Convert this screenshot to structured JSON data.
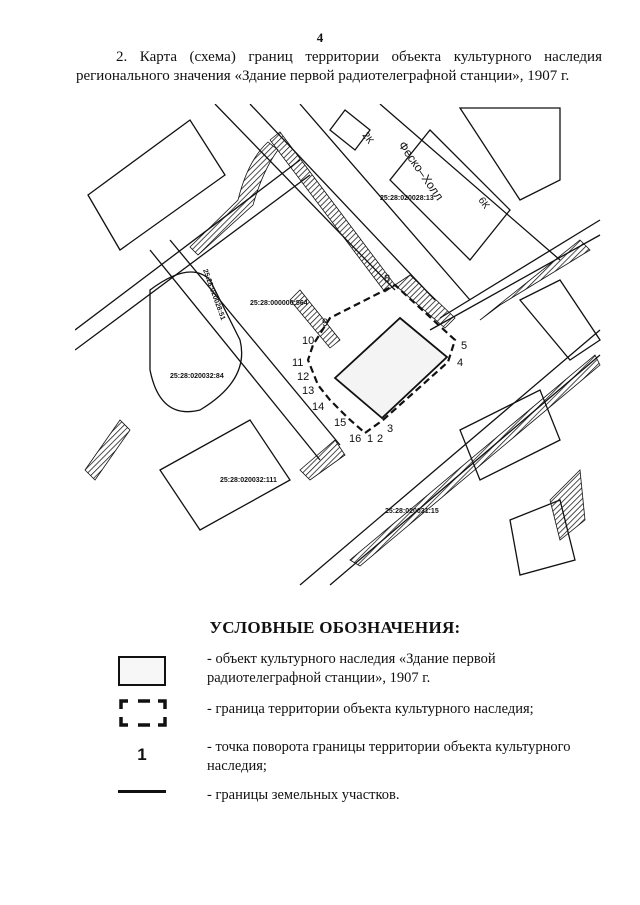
{
  "page_number": "4",
  "heading": {
    "line1": "2. Карта (схема) границ территории объекта культурного наследия",
    "line2": "регионального значения «Здание первой радиотелеграфной станции», 1907 г."
  },
  "map": {
    "labels": {
      "fesco_hall": "Феско–Холл",
      "building_2k": "2К",
      "building_6k": "6К"
    },
    "cadastral_numbers": [
      "25:28:020028:13",
      "25:28:000000:564",
      "25:28:020028:51",
      "25:28:020032:84",
      "25:28:020032:111",
      "25:28:020031:15"
    ],
    "boundary_points": [
      "1",
      "2",
      "3",
      "4",
      "5",
      "8",
      "9",
      "10",
      "11",
      "12",
      "13",
      "14",
      "15",
      "16"
    ],
    "colors": {
      "ink": "#111111",
      "paper": "#ffffff"
    }
  },
  "legend": {
    "title": "УСЛОВНЫЕ ОБОЗНАЧЕНИЯ:",
    "items": [
      {
        "symbol": "rectangle",
        "text": "- объект культурного наследия «Здание первой радиотелеграфной станции», 1907 г."
      },
      {
        "symbol": "dashed-boundary",
        "text": "- граница территории объекта культурного наследия;"
      },
      {
        "symbol": "number",
        "symbol_text": "1",
        "text": "- точка поворота границы территории объекта культурного наследия;"
      },
      {
        "symbol": "solid-line",
        "text": "- границы земельных участков."
      }
    ]
  }
}
